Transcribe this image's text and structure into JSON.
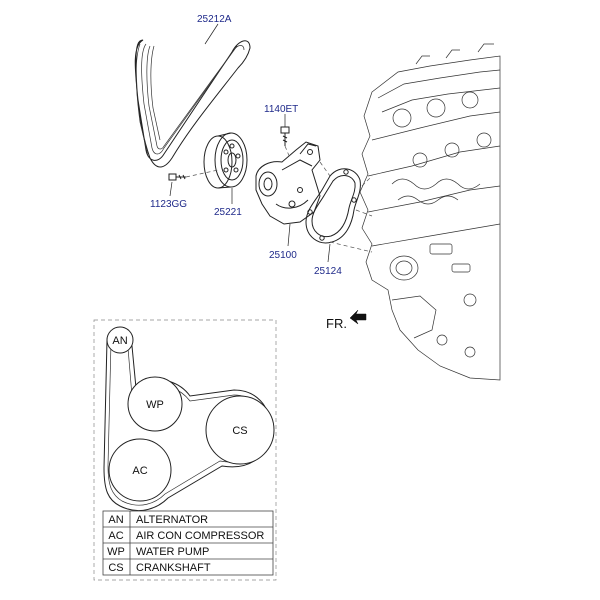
{
  "parts": {
    "belt": "25212A",
    "bolt_top": "1140ET",
    "bolt_left": "1123GG",
    "pulley": "25221",
    "water_pump": "25100",
    "gasket": "25124"
  },
  "direction_label": "FR.",
  "pulleys": {
    "an": "AN",
    "wp": "WP",
    "cs": "CS",
    "ac": "AC"
  },
  "legend": [
    {
      "code": "AN",
      "name": "ALTERNATOR"
    },
    {
      "code": "AC",
      "name": "AIR CON COMPRESSOR"
    },
    {
      "code": "WP",
      "name": "WATER PUMP"
    },
    {
      "code": "CS",
      "name": "CRANKSHAFT"
    }
  ]
}
